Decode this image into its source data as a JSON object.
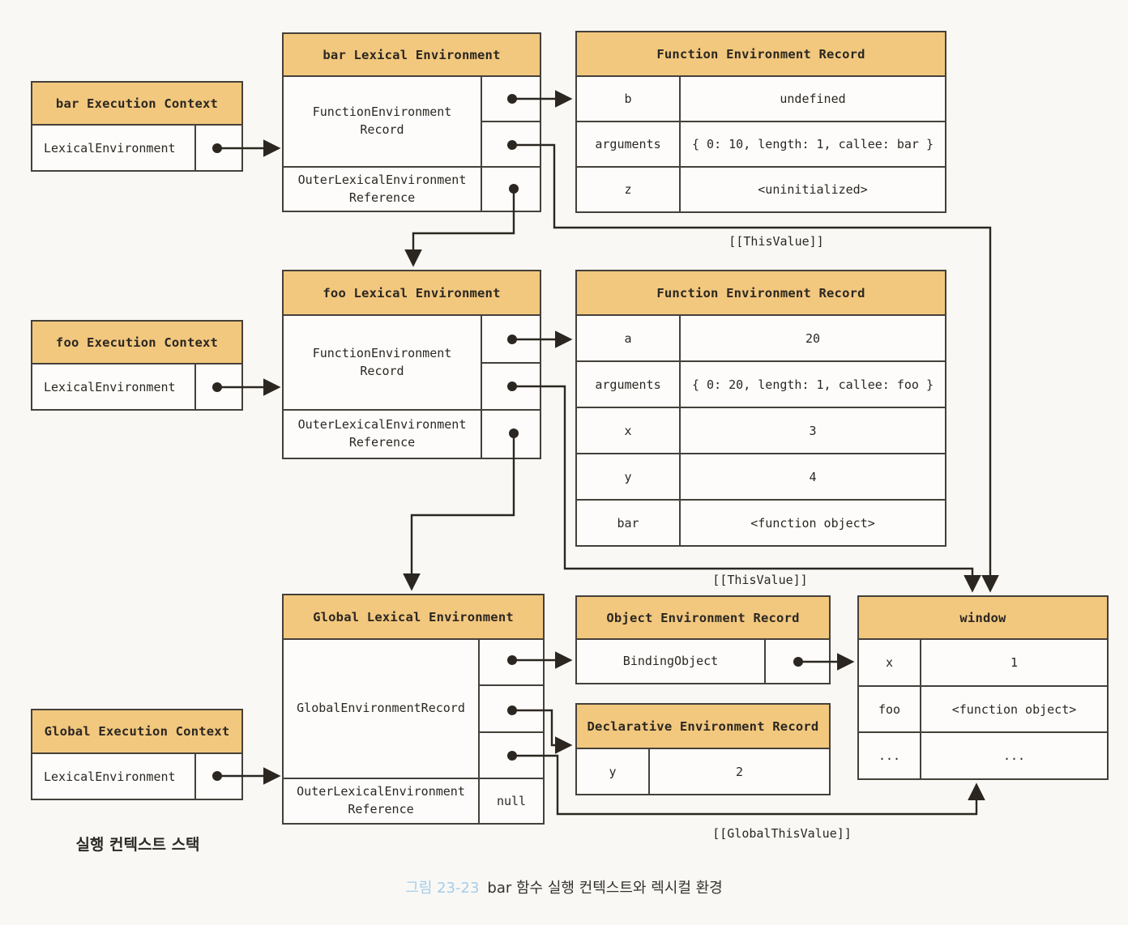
{
  "palette": {
    "header_fill": "#f2c87e",
    "line_color": "#2b2620",
    "box_border": "#45403a",
    "box_bg": "#fdfcfa",
    "page_bg": "#f9f8f4",
    "caption_accent": "#a5cdec"
  },
  "execution_contexts": [
    {
      "title": "bar Execution Context",
      "slot": "LexicalEnvironment"
    },
    {
      "title": "foo Execution Context",
      "slot": "LexicalEnvironment"
    },
    {
      "title": "Global Execution Context",
      "slot": "LexicalEnvironment"
    }
  ],
  "lexical_environments": [
    {
      "title": "bar Lexical Environment",
      "record_label": "FunctionEnvironment\nRecord",
      "outer_label": "OuterLexicalEnvironment\nReference",
      "outer_value": ""
    },
    {
      "title": "foo Lexical Environment",
      "record_label": "FunctionEnvironment\nRecord",
      "outer_label": "OuterLexicalEnvironment\nReference",
      "outer_value": ""
    },
    {
      "title": "Global Lexical Environment",
      "record_label": "GlobalEnvironmentRecord",
      "outer_label": "OuterLexicalEnvironment\nReference",
      "outer_value": "null"
    }
  ],
  "records": [
    {
      "title": "Function Environment Record",
      "rows": [
        [
          "b",
          "undefined"
        ],
        [
          "arguments",
          "{ 0: 10, length: 1, callee: bar }"
        ],
        [
          "z",
          "<uninitialized>"
        ]
      ]
    },
    {
      "title": "Function Environment Record",
      "rows": [
        [
          "a",
          "20"
        ],
        [
          "arguments",
          "{ 0: 20, length: 1, callee: foo }"
        ],
        [
          "x",
          "3"
        ],
        [
          "y",
          "4"
        ],
        [
          "bar",
          "<function object>"
        ]
      ]
    },
    {
      "title": "Object Environment Record",
      "rows": [
        [
          "BindingObject",
          ""
        ]
      ]
    },
    {
      "title": "Declarative Environment Record",
      "rows": [
        [
          "y",
          "2"
        ]
      ]
    },
    {
      "title": "window",
      "rows": [
        [
          "x",
          "1"
        ],
        [
          "foo",
          "<function object>"
        ],
        [
          "...",
          "..."
        ]
      ]
    }
  ],
  "edge_labels": {
    "this_value_bar": "[[ThisValue]]",
    "this_value_foo": "[[ThisValue]]",
    "global_this_value": "[[GlobalThisValue]]"
  },
  "stack_label": "실행 컨텍스트 스택",
  "caption": {
    "tag": "그림 23-23",
    "text": "bar 함수 실행 컨텍스트와 렉시컬 환경"
  }
}
